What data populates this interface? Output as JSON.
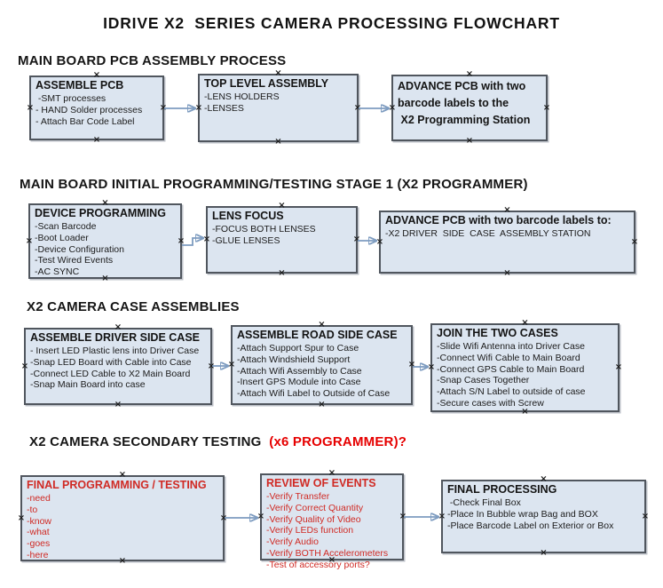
{
  "page_title": "IDRIVE X2  SERIES CAMERA PROCESSING FLOWCHART",
  "icons": {
    "handle": "×",
    "arrow_head": "▶"
  },
  "colors": {
    "node_fill": "#dce5f0",
    "node_border": "#50565e",
    "text": "#1b1b1b",
    "node_red_text": "#d02a24",
    "header_red_text": "#e60000",
    "arrow_line": "#7e9cc0",
    "arrow_head": "#1f3864"
  },
  "sections": [
    {
      "header": "MAIN BOARD PCB ASSEMBLY PROCESS",
      "header_red": "",
      "nodes": [
        {
          "title": "ASSEMBLE PCB",
          "items": [
            " -SMT processes",
            "- HAND Solder processes",
            "- Attach Bar Code Label"
          ]
        },
        {
          "title": "TOP LEVEL ASSEMBLY",
          "items": [
            "-LENS HOLDERS",
            "-LENSES"
          ]
        },
        {
          "title": "",
          "items": [
            "ADVANCE PCB with two barcode labels to the",
            " X2 Programming Station"
          ]
        }
      ]
    },
    {
      "header": "MAIN BOARD INITIAL PROGRAMMING/TESTING STAGE 1 (X2 PROGRAMMER)",
      "header_red": "",
      "nodes": [
        {
          "title": "DEVICE PROGRAMMING",
          "items": [
            "-Scan Barcode",
            "-Boot Loader",
            "-Device Configuration",
            "-Test Wired Events",
            "-AC SYNC"
          ]
        },
        {
          "title": "LENS FOCUS",
          "items": [
            "-FOCUS BOTH LENSES",
            "-GLUE LENSES"
          ]
        },
        {
          "title": "ADVANCE PCB with two barcode labels to:",
          "items": [
            "-X2 DRIVER  SIDE  CASE  ASSEMBLY STATION"
          ]
        }
      ]
    },
    {
      "header": "X2 CAMERA CASE ASSEMBLIES",
      "header_red": "",
      "nodes": [
        {
          "title": "ASSEMBLE DRIVER SIDE CASE",
          "items": [
            "- Insert LED Plastic lens into Driver Case",
            "-Snap LED Board with Cable into Case",
            "-Connect LED Cable to X2 Main Board",
            "-Snap Main Board into case"
          ]
        },
        {
          "title": "ASSEMBLE ROAD SIDE CASE",
          "items": [
            "-Attach Support Spur to Case",
            "-Attach Windshield Support",
            "-Attach Wifi Assembly to Case",
            "-Insert GPS Module into Case",
            "-Attach Wifi Label to Outside of Case"
          ]
        },
        {
          "title": "JOIN THE TWO CASES",
          "items": [
            "-Slide Wifi Antenna into Driver Case",
            "-Connect Wifi Cable to Main Board",
            "-Connect GPS Cable to Main Board",
            "-Snap Cases Together",
            "-Attach S/N Label to outside of case",
            "-Secure cases with Screw"
          ]
        }
      ]
    },
    {
      "header": "X2 CAMERA SECONDARY TESTING  ",
      "header_red": "(x6 PROGRAMMER)?",
      "nodes": [
        {
          "title": "FINAL PROGRAMMING / TESTING",
          "title_color": "#d02a24",
          "item_color": "#d02a24",
          "items": [
            "-need",
            "-to",
            "-know",
            "-what",
            "-goes",
            "-here"
          ]
        },
        {
          "title": "REVIEW OF EVENTS",
          "title_color": "#d02a24",
          "item_color": "#d02a24",
          "items": [
            "-Verify Transfer",
            "-Verify Correct Quantity",
            "-Verify Quality of Video",
            "-Verify LEDs function",
            "-Verify Audio",
            "-Verify BOTH Accelerometers",
            "-Test of accessory ports?"
          ]
        },
        {
          "title": "FINAL PROCESSING",
          "items": [
            " -Check Final Box",
            "-Place In Bubble wrap Bag and BOX",
            "-Place Barcode Label on Exterior or Box"
          ]
        }
      ]
    }
  ]
}
